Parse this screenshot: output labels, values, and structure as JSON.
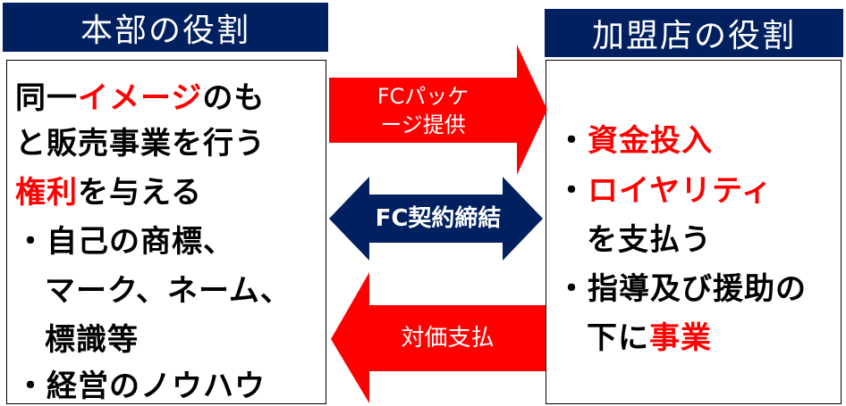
{
  "colors": {
    "navy": "#002060",
    "red": "#ff0000",
    "text": "#000000"
  },
  "left": {
    "header": "本部の役割",
    "lines": [
      {
        "parts": [
          {
            "text": "同一",
            "red": false
          },
          {
            "text": "イメージ",
            "red": true
          },
          {
            "text": "のも",
            "red": false
          }
        ]
      },
      {
        "parts": [
          {
            "text": "と販売事業を行う",
            "red": false
          }
        ]
      },
      {
        "parts": [
          {
            "text": "権利",
            "red": true
          },
          {
            "text": "を与える",
            "red": false
          }
        ]
      },
      {
        "parts": [
          {
            "text": "・自己の商標、",
            "red": false
          }
        ]
      },
      {
        "parts": [
          {
            "text": "マーク、ネーム、",
            "red": false
          }
        ]
      },
      {
        "parts": [
          {
            "text": "標識等",
            "red": false
          }
        ]
      },
      {
        "parts": [
          {
            "text": "・経営のノウハウ",
            "red": false
          }
        ]
      }
    ]
  },
  "right": {
    "header": "加盟店の役割",
    "lines": [
      {
        "parts": [
          {
            "text": "・",
            "red": false
          },
          {
            "text": "資金投入",
            "red": true
          }
        ]
      },
      {
        "parts": [
          {
            "text": "・",
            "red": false
          },
          {
            "text": "ロイヤリティ",
            "red": true
          }
        ]
      },
      {
        "parts": [
          {
            "text": "を支払う",
            "red": false
          }
        ]
      },
      {
        "parts": [
          {
            "text": "・指導及び援助の",
            "red": false
          }
        ]
      },
      {
        "parts": [
          {
            "text": "下に",
            "red": false
          },
          {
            "text": "事業",
            "red": true
          }
        ]
      }
    ]
  },
  "arrows": {
    "package": {
      "line1": "FCパッケ",
      "line2": "ージ提供",
      "direction": "right"
    },
    "contract": {
      "label": "FC契約締結",
      "direction": "both"
    },
    "payment": {
      "label": "対価支払",
      "direction": "left"
    }
  }
}
